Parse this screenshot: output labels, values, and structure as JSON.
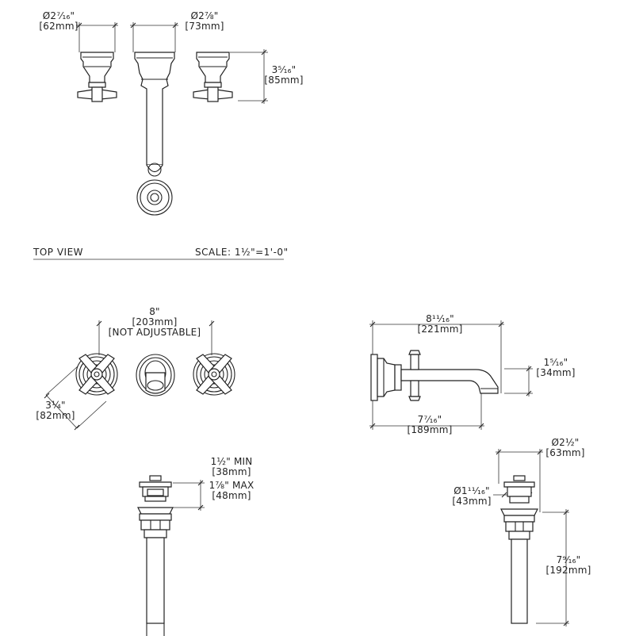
{
  "top_view": {
    "title": "TOP VIEW",
    "scale": "SCALE: 1½\"=1'-0\"",
    "dim_handle_diameter": {
      "imperial": "Ø2⁷⁄₁₆\"",
      "metric": "[62mm]"
    },
    "dim_spout_diameter": {
      "imperial": "Ø2⅞\"",
      "metric": "[73mm]"
    },
    "dim_handle_depth": {
      "imperial": "3⁵⁄₁₆\"",
      "metric": "[85mm]"
    }
  },
  "front_view": {
    "dim_spacing": {
      "imperial": "8\"",
      "metric": "[203mm]",
      "note": "[NOT ADJUSTABLE]"
    },
    "dim_handle_width": {
      "imperial": "3¼\"",
      "metric": "[82mm]"
    }
  },
  "side_view": {
    "dim_overall_depth": {
      "imperial": "8¹¹⁄₁₆\"",
      "metric": "[221mm]"
    },
    "dim_spout_reach": {
      "imperial": "7⁷⁄₁₆\"",
      "metric": "[189mm]"
    },
    "dim_spout_height": {
      "imperial": "1⁵⁄₁₆\"",
      "metric": "[34mm]"
    }
  },
  "drain_front": {
    "dim_min": {
      "imperial": "1½\" MIN",
      "metric": "[38mm]"
    },
    "dim_max": {
      "imperial": "1⅞\" MAX",
      "metric": "[48mm]"
    }
  },
  "drain_side": {
    "dim_cap_diameter": {
      "imperial": "Ø2½\"",
      "metric": "[63mm]"
    },
    "dim_stopper_diameter": {
      "imperial": "Ø1¹¹⁄₁₆\"",
      "metric": "[43mm]"
    },
    "dim_length": {
      "imperial": "7⁹⁄₁₆\"",
      "metric": "[192mm]"
    }
  }
}
